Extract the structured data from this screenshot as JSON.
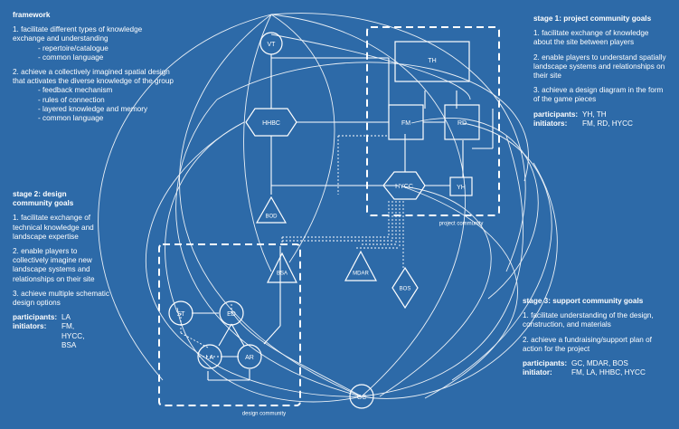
{
  "framework": {
    "title": "framework",
    "point1": "1. facilitate different types of knowledge exchange and understanding",
    "point1_subs": [
      "- repertoire/catalogue",
      "- common language"
    ],
    "point2": "2. achieve a collectively imagined spatial design that activates the diverse knowledge of the group",
    "point2_subs": [
      "- feedback mechanism",
      "- rules of connection",
      "- layered knowledge and memory",
      "- common language"
    ]
  },
  "stage1": {
    "title": "stage 1: project community goals",
    "goals": [
      "1. facilitate exchange of knowledge about the site between players",
      "2. enable players to understand spatially landscape systems and relationships on their site",
      "3. achieve a design diagram in the form of the game pieces"
    ],
    "participants_label": "participants:",
    "participants": "YH, TH",
    "initiators_label": "initiators:",
    "initiators": "FM, RD, HYCC"
  },
  "stage2": {
    "title_line1": "stage 2: design",
    "title_line2": "community goals",
    "goals": [
      "1. facilitate exchange of technical knowledge and landscape expertise",
      "2. enable players to collectively imagine new landscape systems and relationships on their site",
      "3. achieve multiple schematic design options"
    ],
    "participants_label": "participants:",
    "participants": "LA",
    "initiators_label": "initiators:",
    "initiators": "FM, HYCC, BSA"
  },
  "stage3": {
    "title": "stage 3: support community goals",
    "goals": [
      "1. facilitate understanding of the design, construction, and materials",
      "2. achieve a fundraising/support plan of action for the project"
    ],
    "participants_label": "participants:",
    "participants": "GC, MDAR, BOS",
    "initiators_label": "initiator:",
    "initiators": "FM, LA, HHBC, HYCC"
  },
  "diagram": {
    "nodes": {
      "vt": "VT",
      "th": "TH",
      "fm": "FM",
      "rd": "RD",
      "hhbc": "HHBC",
      "hycc": "HYCC",
      "yh": "YH",
      "bod": "BOD",
      "bsa": "BSA",
      "mdar": "MDAR",
      "bos": "BOS",
      "st": "ST",
      "ed": "ED",
      "la": "LA",
      "ar": "AR",
      "gc": "GC"
    },
    "project_community_label": "project community",
    "design_community_label": "design community"
  },
  "colors": {
    "background": "#2d6aa8",
    "lines": "#ffffff"
  }
}
